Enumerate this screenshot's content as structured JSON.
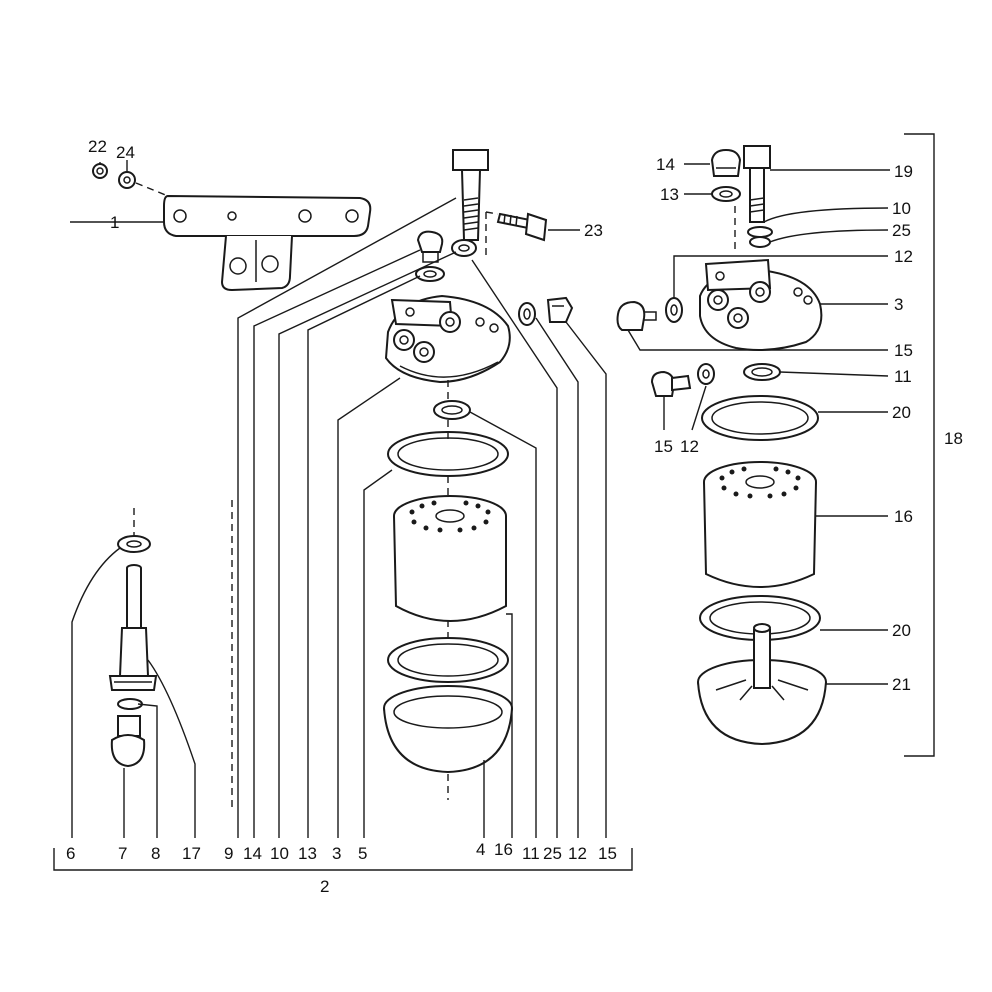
{
  "bottom_labels": [
    "6",
    "7",
    "8",
    "17",
    "9",
    "14",
    "10",
    "13",
    "3",
    "5",
    "4",
    "16",
    "11",
    "25",
    "12",
    "15"
  ],
  "assembly_label": "2",
  "top_left_labels": [
    "22",
    "24",
    "1",
    "23"
  ],
  "right_labels": [
    "14",
    "19",
    "13",
    "10",
    "25",
    "12",
    "3",
    "15",
    "11",
    "20",
    "16",
    "20",
    "21"
  ],
  "right_bottom_labels": [
    "15",
    "12"
  ],
  "kit_label": "18"
}
